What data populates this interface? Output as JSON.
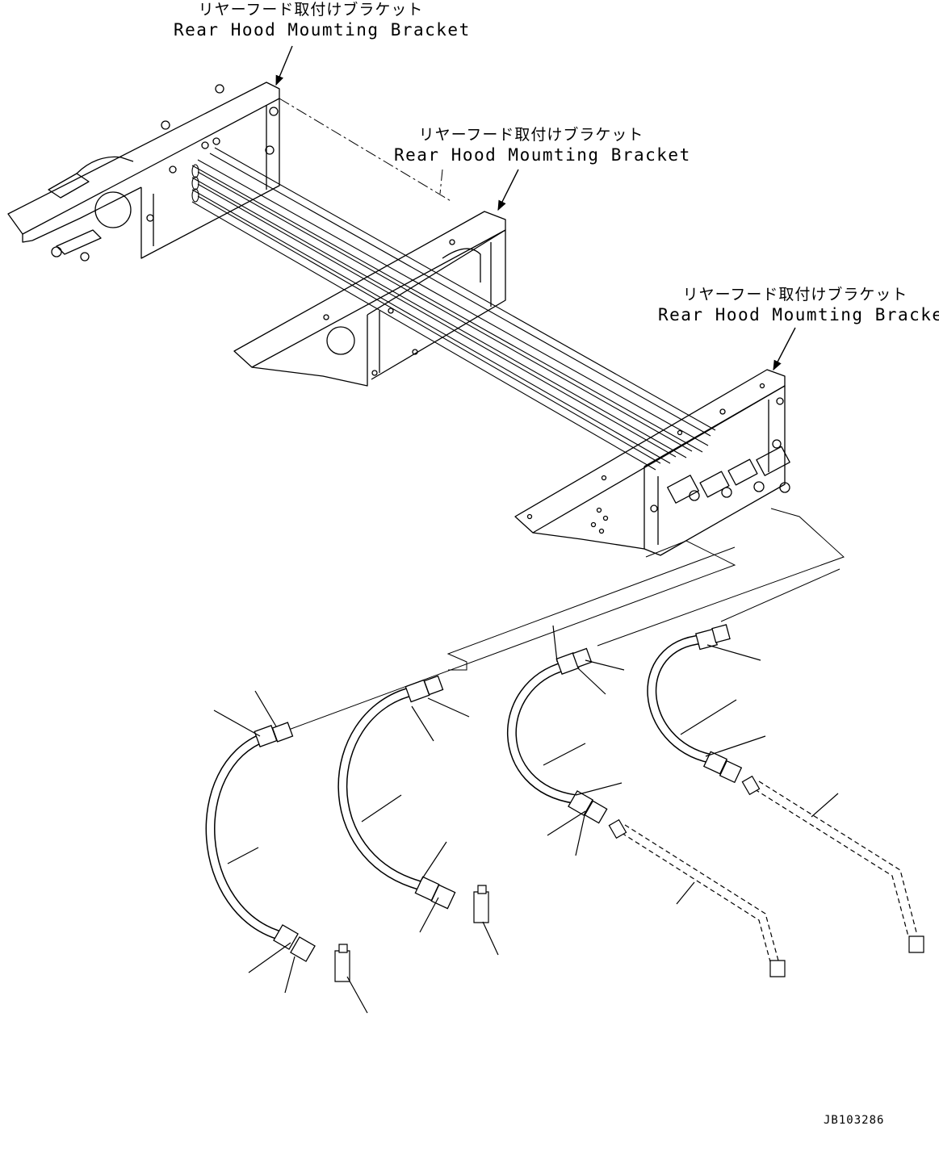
{
  "labels": [
    {
      "jp": "リヤーフード取付けブラケット",
      "en": "Rear Hood Moumting Bracket"
    },
    {
      "jp": "リヤーフード取付けブラケット",
      "en": "Rear Hood Moumting Bracket"
    },
    {
      "jp": "リヤーフード取付けブラケット",
      "en": "Rear Hood Moumting Bracket"
    }
  ],
  "drawing_id": "JB103286"
}
